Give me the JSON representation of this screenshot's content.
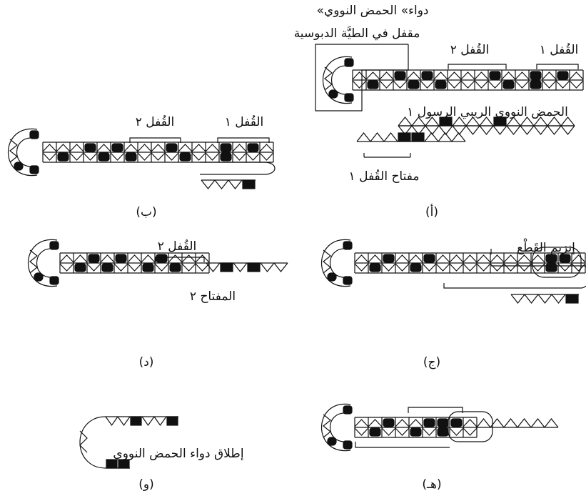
{
  "panels": {
    "a": {
      "caption": "(أ)",
      "drug_label_line1": "«دواء» الحمض النووي",
      "drug_label_line2": "مقفل في الطيَّة الدبوسية",
      "lock1": "القُفل ١",
      "lock2": "القُفل ٢",
      "mrna": "الحمض النووي الريبي الرسول ١",
      "key1": "مفتاح القُفل ١"
    },
    "b": {
      "caption": "(ب)",
      "lock1": "القُفل ١",
      "lock2": "القُفل ٢"
    },
    "c": {
      "caption": "(ج)",
      "enzyme": "إنزيم القَطْع"
    },
    "d": {
      "caption": "(د)",
      "lock2": "القُفل ٢",
      "key2": "المفتاح ٢"
    },
    "e": {
      "caption": "(هـ)"
    },
    "f": {
      "caption": "(و)",
      "release": "إطلاق دواء الحمض النووي"
    }
  },
  "colors": {
    "ink": "#111111",
    "background": "#ffffff"
  }
}
